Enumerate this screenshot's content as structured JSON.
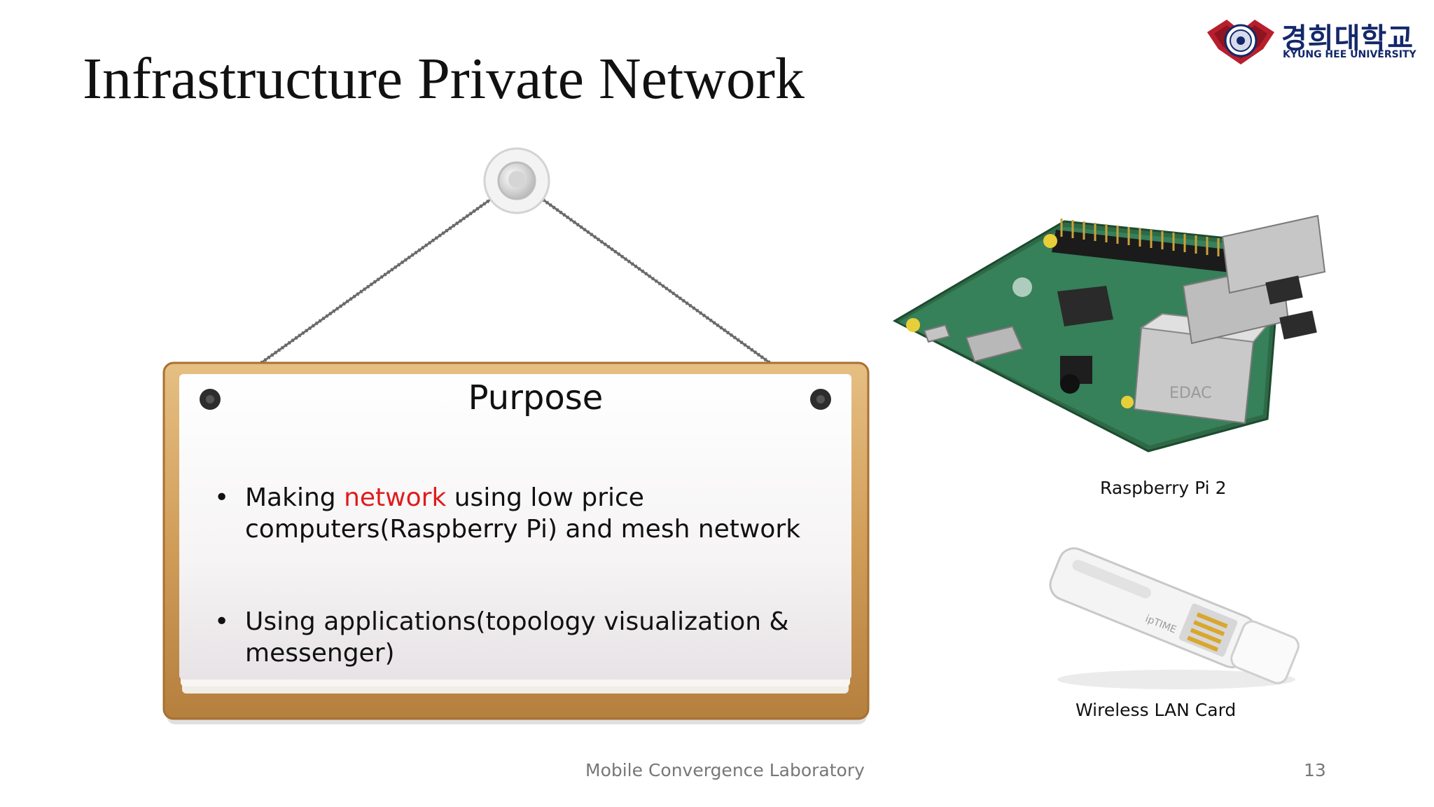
{
  "slide": {
    "title": "Infrastructure Private Network"
  },
  "logo": {
    "korean_name": "경희대학교",
    "english_name": "KYUNG HEE UNIVERSITY"
  },
  "sign": {
    "title": "Purpose",
    "bullets": [
      {
        "before": "Making ",
        "highlight": "network",
        "after": " using low price",
        "line2": "computers(Raspberry Pi) and mesh network"
      },
      {
        "line1": "Using applications(topology visualization &",
        "line2": "messenger)"
      }
    ],
    "bullet_char": "•",
    "highlight_color": "#e01b1b"
  },
  "images": {
    "raspberry_pi": {
      "caption": "Raspberry Pi 2",
      "board_text": "EDAC"
    },
    "wireless_card": {
      "caption": "Wireless LAN Card",
      "device_text": "ipTIME"
    }
  },
  "footer": {
    "lab": "Mobile Convergence Laboratory",
    "page_number": "13"
  }
}
